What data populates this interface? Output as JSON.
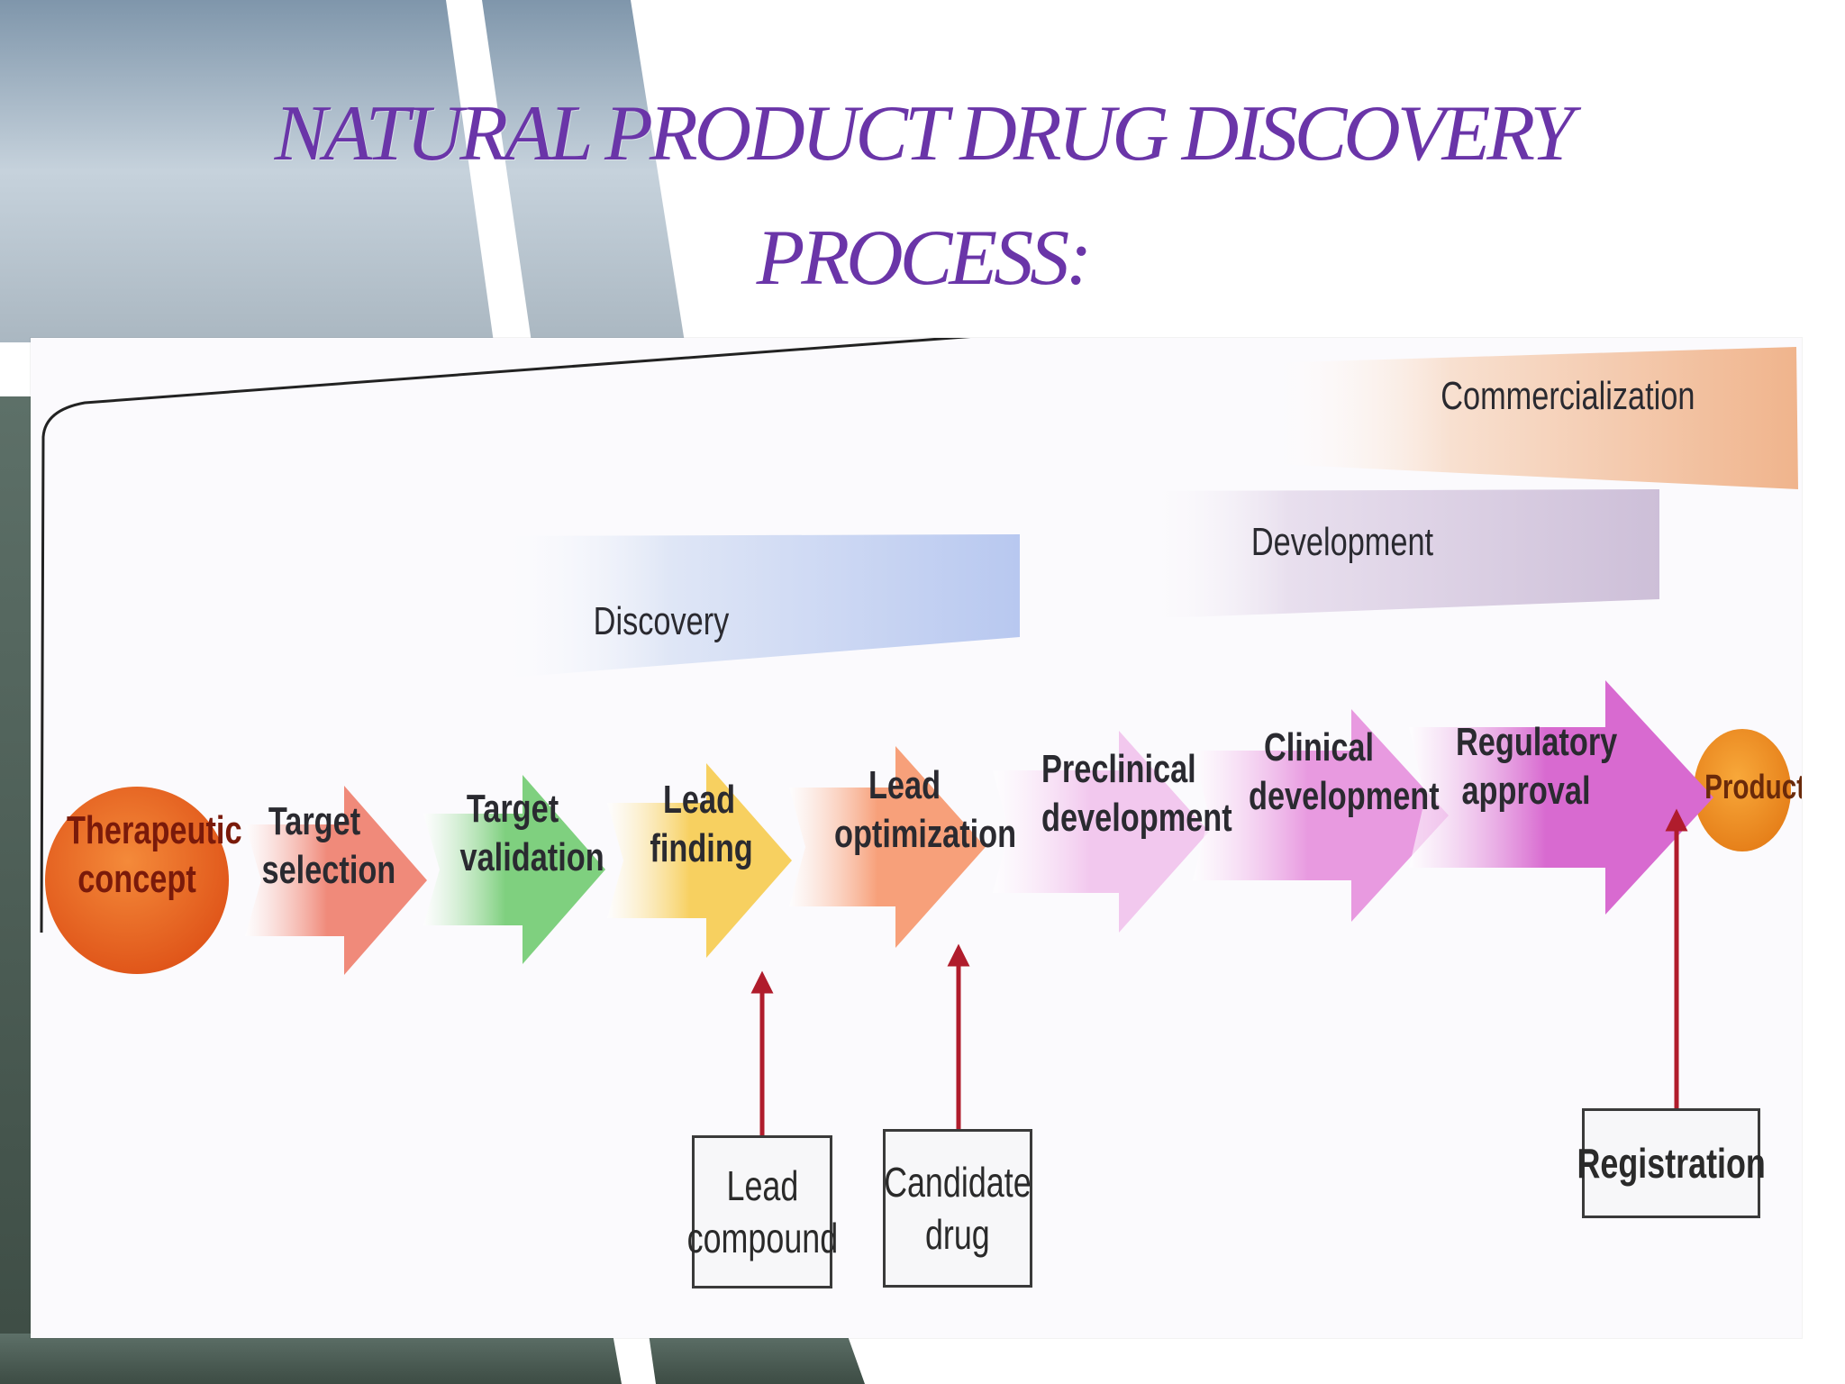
{
  "slide": {
    "title_line1": "NATURAL PRODUCT DRUG DISCOVERY",
    "title_line2": "PROCESS:"
  },
  "phases": {
    "discovery": "Discovery",
    "development": "Development",
    "commercialization": "Commercialization"
  },
  "start_node": {
    "line1": "Therapeutic",
    "line2": "concept"
  },
  "end_node": {
    "label": "Product"
  },
  "steps": [
    {
      "line1": "Target",
      "line2": "selection",
      "color": "#f08a7a"
    },
    {
      "line1": "Target",
      "line2": "validation",
      "color": "#7fd07f"
    },
    {
      "line1": "Lead",
      "line2": "finding",
      "color": "#f7d060"
    },
    {
      "line1": "Lead",
      "line2": "optimization",
      "color": "#f7a07a"
    },
    {
      "line1": "Preclinical",
      "line2": "development",
      "color": "#f2c8ee"
    },
    {
      "line1": "Clinical",
      "line2": "development",
      "color": "#e89ae0"
    },
    {
      "line1": "Regulatory",
      "line2": "approval",
      "color": "#d86ad0"
    }
  ],
  "inputs": [
    {
      "line1": "Lead",
      "line2": "compound"
    },
    {
      "line1": "Candidate",
      "line2": "drug"
    },
    {
      "line1": "Registration"
    }
  ],
  "colors": {
    "title": "#6a35a8",
    "start_node": "#e8661c",
    "end_node": "#ef8c1c",
    "input_arrows": "#b01c2c",
    "discovery_band": "#b8c8f0",
    "development_band": "#cdbfd8",
    "commercialization_band": "#f0b48c"
  }
}
